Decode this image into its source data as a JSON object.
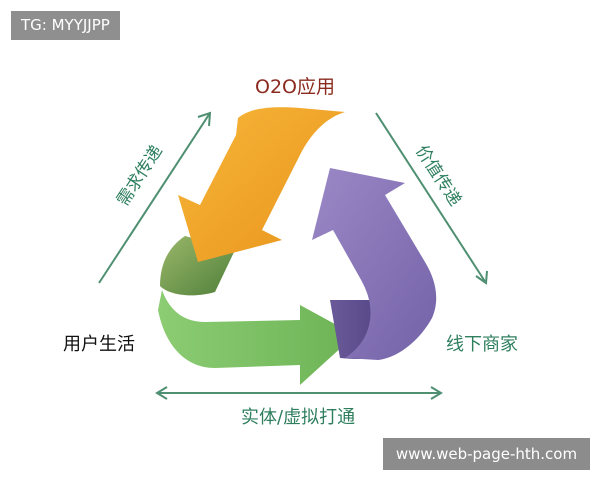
{
  "header": {
    "badge": "TG: MYYJJPP"
  },
  "diagram": {
    "top_label": "O2O应用",
    "left_label": "用户生活",
    "right_label": "线下商家",
    "bottom_label": "实体/虚拟打通",
    "left_arrow_label": "需求传递",
    "right_arrow_label": "价值传递"
  },
  "colors": {
    "orange": "#f2a524",
    "purple": "#8a78b7",
    "green": "#79bf61",
    "teal_text": "#2f7f5f",
    "dark_red_text": "#8b2b1f",
    "arrow_line": "#4f8f72"
  },
  "footer": {
    "watermark": "www.web-page-hth.com"
  }
}
